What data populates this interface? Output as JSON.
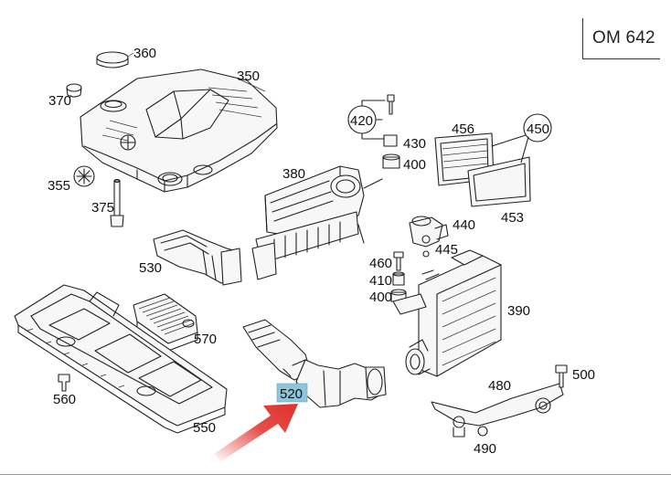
{
  "engine_code": "OM 642",
  "callouts": {
    "p360": "360",
    "p350": "350",
    "p370": "370",
    "p355": "355",
    "p375": "375",
    "p420": "420",
    "p430": "430",
    "p400a": "400",
    "p456": "456",
    "p450": "450",
    "p453": "453",
    "p380": "380",
    "p440": "440",
    "p445": "445",
    "p460": "460",
    "p410": "410",
    "p400b": "400",
    "p390": "390",
    "p530": "530",
    "p570": "570",
    "p560": "560",
    "p550": "550",
    "p520": "520",
    "p480": "480",
    "p500": "500",
    "p490": "490"
  },
  "highlight": {
    "part": "520",
    "color": "#8ec5d9",
    "arrow_color": "#e0302a"
  }
}
